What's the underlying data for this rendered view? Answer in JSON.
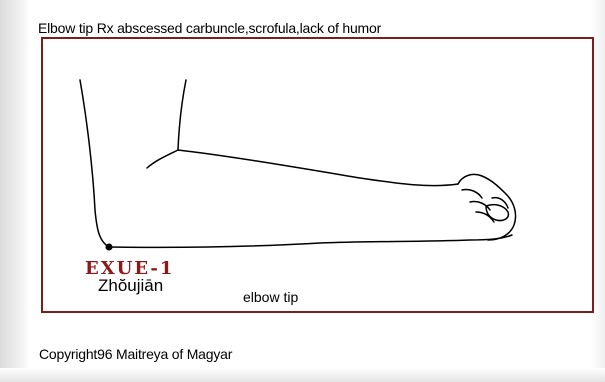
{
  "title": "Elbow tip Rx abscessed carbuncle,scrofula,lack of humor",
  "point": {
    "code": "EXUE-1",
    "pinyin": "Zhŏujiān",
    "label": "elbow tip"
  },
  "copyright": "Copyright96 Maitreya of Magyar",
  "colors": {
    "frame": "#7a1e1e",
    "code_text": "#8b1a1a",
    "line": "#000000"
  }
}
